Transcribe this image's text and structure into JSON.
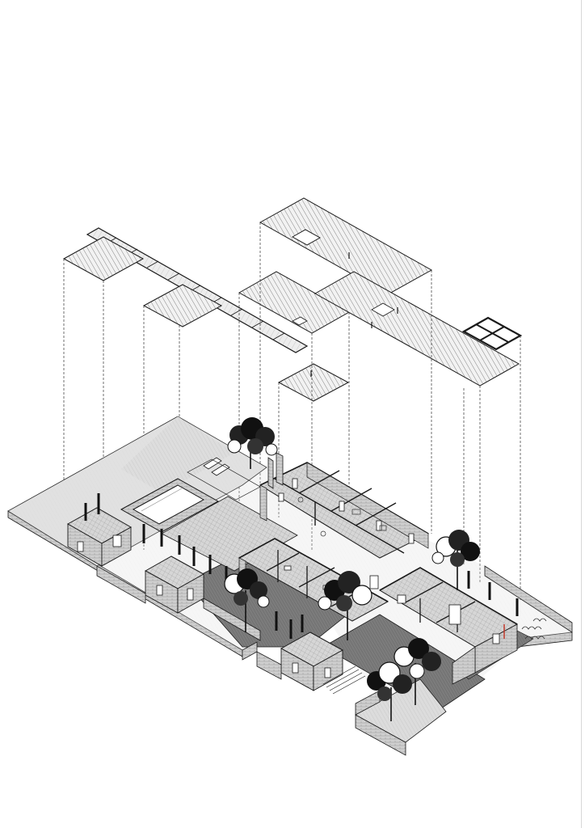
{
  "drawing": {
    "type": "exploded axonometric architectural drawing",
    "view": "isometric",
    "style": "monochrome line drawing with hatched textures",
    "colors": {
      "line": "#1a1a1a",
      "roof_fill": "#f2f2f2",
      "ground_light": "#e6e6e6",
      "ground_mid": "#bdbdbd",
      "ground_dark": "#6f6f6f",
      "wall_fill": "#d9d9d9",
      "tree": "#111111",
      "accent_red": "#c0392b"
    },
    "layers": [
      "roof-layer",
      "ground-floor-plan"
    ],
    "icons": [
      "tree-icon",
      "skylight-icon"
    ]
  }
}
